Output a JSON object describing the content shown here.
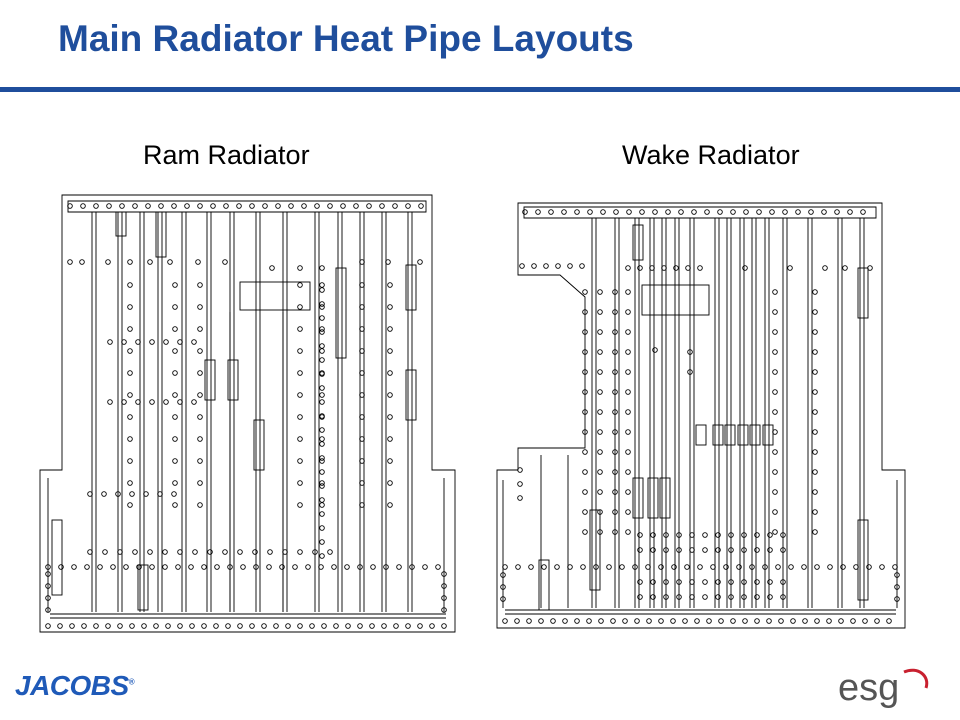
{
  "header": {
    "title": "Main Radiator Heat Pipe Layouts"
  },
  "diagrams": [
    {
      "id": "ram",
      "caption": "Ram Radiator"
    },
    {
      "id": "wake",
      "caption": "Wake Radiator"
    }
  ],
  "colors": {
    "title": "#1f4e9c",
    "rule": "#1f4e9c",
    "drawing": "#000000",
    "jacobs": "#1f5ab8",
    "esg_gray": "#555555",
    "esg_red": "#c8202f"
  },
  "logos": {
    "jacobs": "JACOBS",
    "esg": "esg"
  }
}
